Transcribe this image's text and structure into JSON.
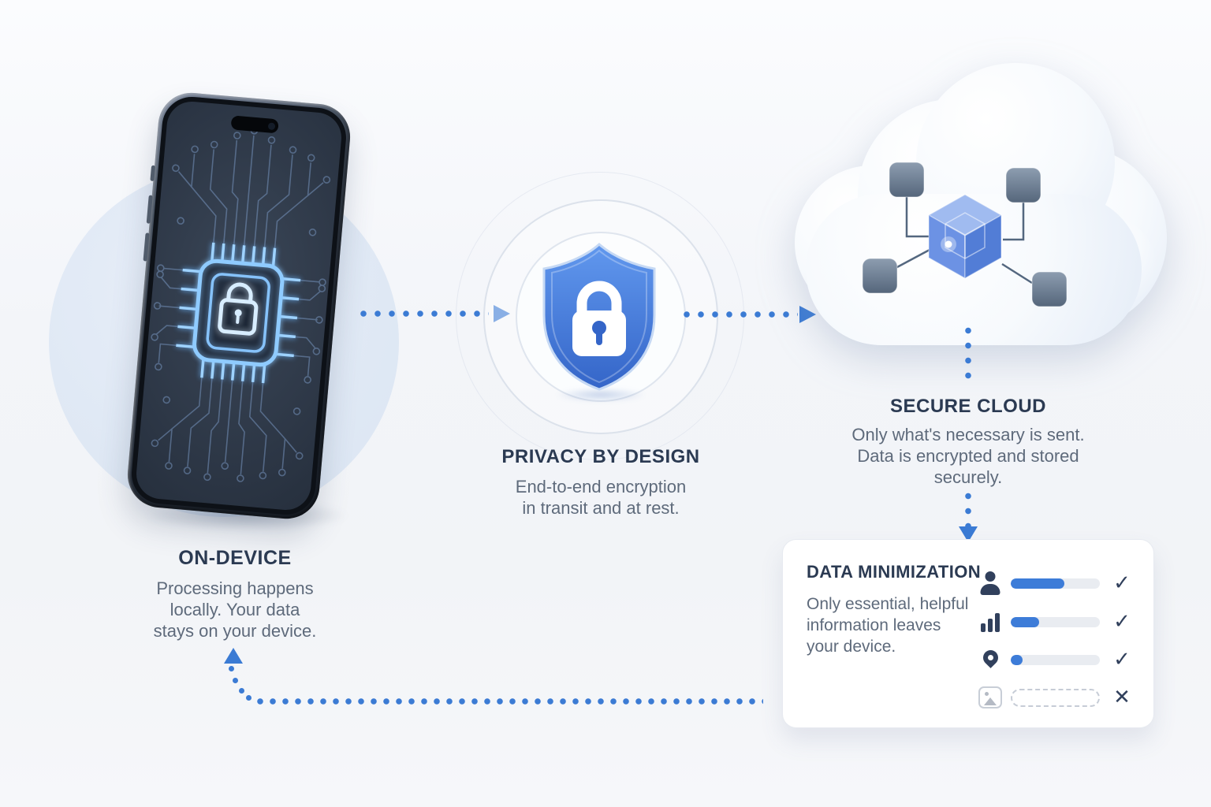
{
  "colors": {
    "accent_blue": "#3b7bd4",
    "heading_navy": "#2b3a52",
    "body_gray": "#5e6a7b",
    "shield_blue": "#4a80dd",
    "chip_glow_blue": "#7cc4ff",
    "progress_fill": "#3d7cd8",
    "progress_track": "#e9ecf1"
  },
  "sections": {
    "on_device": {
      "title": "ON-DEVICE",
      "lines": [
        "Processing happens",
        "locally. Your data",
        "stays on your device."
      ]
    },
    "privacy": {
      "title": "PRIVACY BY DESIGN",
      "lines": [
        "End-to-end encryption",
        "in transit and at rest."
      ]
    },
    "secure_cloud": {
      "title": "SECURE CLOUD",
      "lines": [
        "Only what's necessary is sent.",
        "Data is encrypted and stored",
        "securely."
      ]
    }
  },
  "card": {
    "title": "DATA MINIMIZATION",
    "lines": [
      "Only essential, helpful",
      "information leaves",
      "your device."
    ],
    "rows": [
      {
        "icon": "user-icon",
        "bar": "progress",
        "fill_percent": 60,
        "status": "allowed"
      },
      {
        "icon": "bar-chart-icon",
        "bar": "progress",
        "fill_percent": 32,
        "status": "allowed"
      },
      {
        "icon": "location-pin-icon",
        "bar": "progress",
        "fill_percent": 13,
        "status": "allowed"
      },
      {
        "icon": "image-icon",
        "bar": "dashed-placeholder",
        "fill_percent": 0,
        "status": "blocked"
      }
    ],
    "status_glyphs": {
      "allowed": "✓",
      "blocked": "✕"
    }
  }
}
